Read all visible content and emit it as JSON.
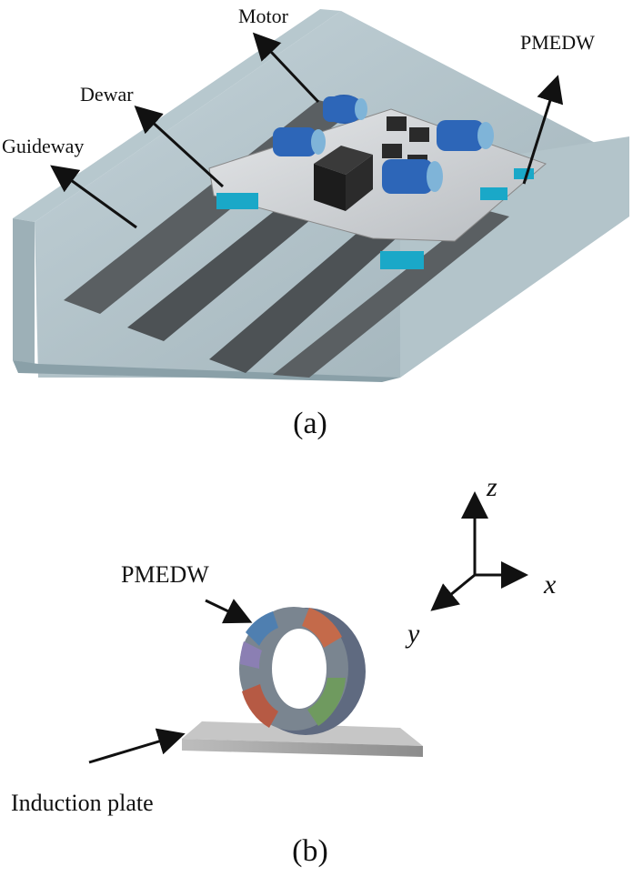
{
  "panel_a": {
    "caption": "(a)",
    "labels": {
      "motor": "Motor",
      "dewar": "Dewar",
      "guideway": "Guideway",
      "pmedw": "PMEDW"
    }
  },
  "panel_b": {
    "caption": "(b)",
    "labels": {
      "pmedw": "PMEDW",
      "induction_plate": "Induction plate"
    },
    "axes": {
      "z": "z",
      "x": "x",
      "y": "y"
    }
  },
  "colors": {
    "guideway": "#a9bcc3",
    "rail": "#4a4f52",
    "platform": "#cfd2d5",
    "motor": "#2a5fae",
    "dewar": "#1aa8c8",
    "plate": "#8a8a8a"
  }
}
